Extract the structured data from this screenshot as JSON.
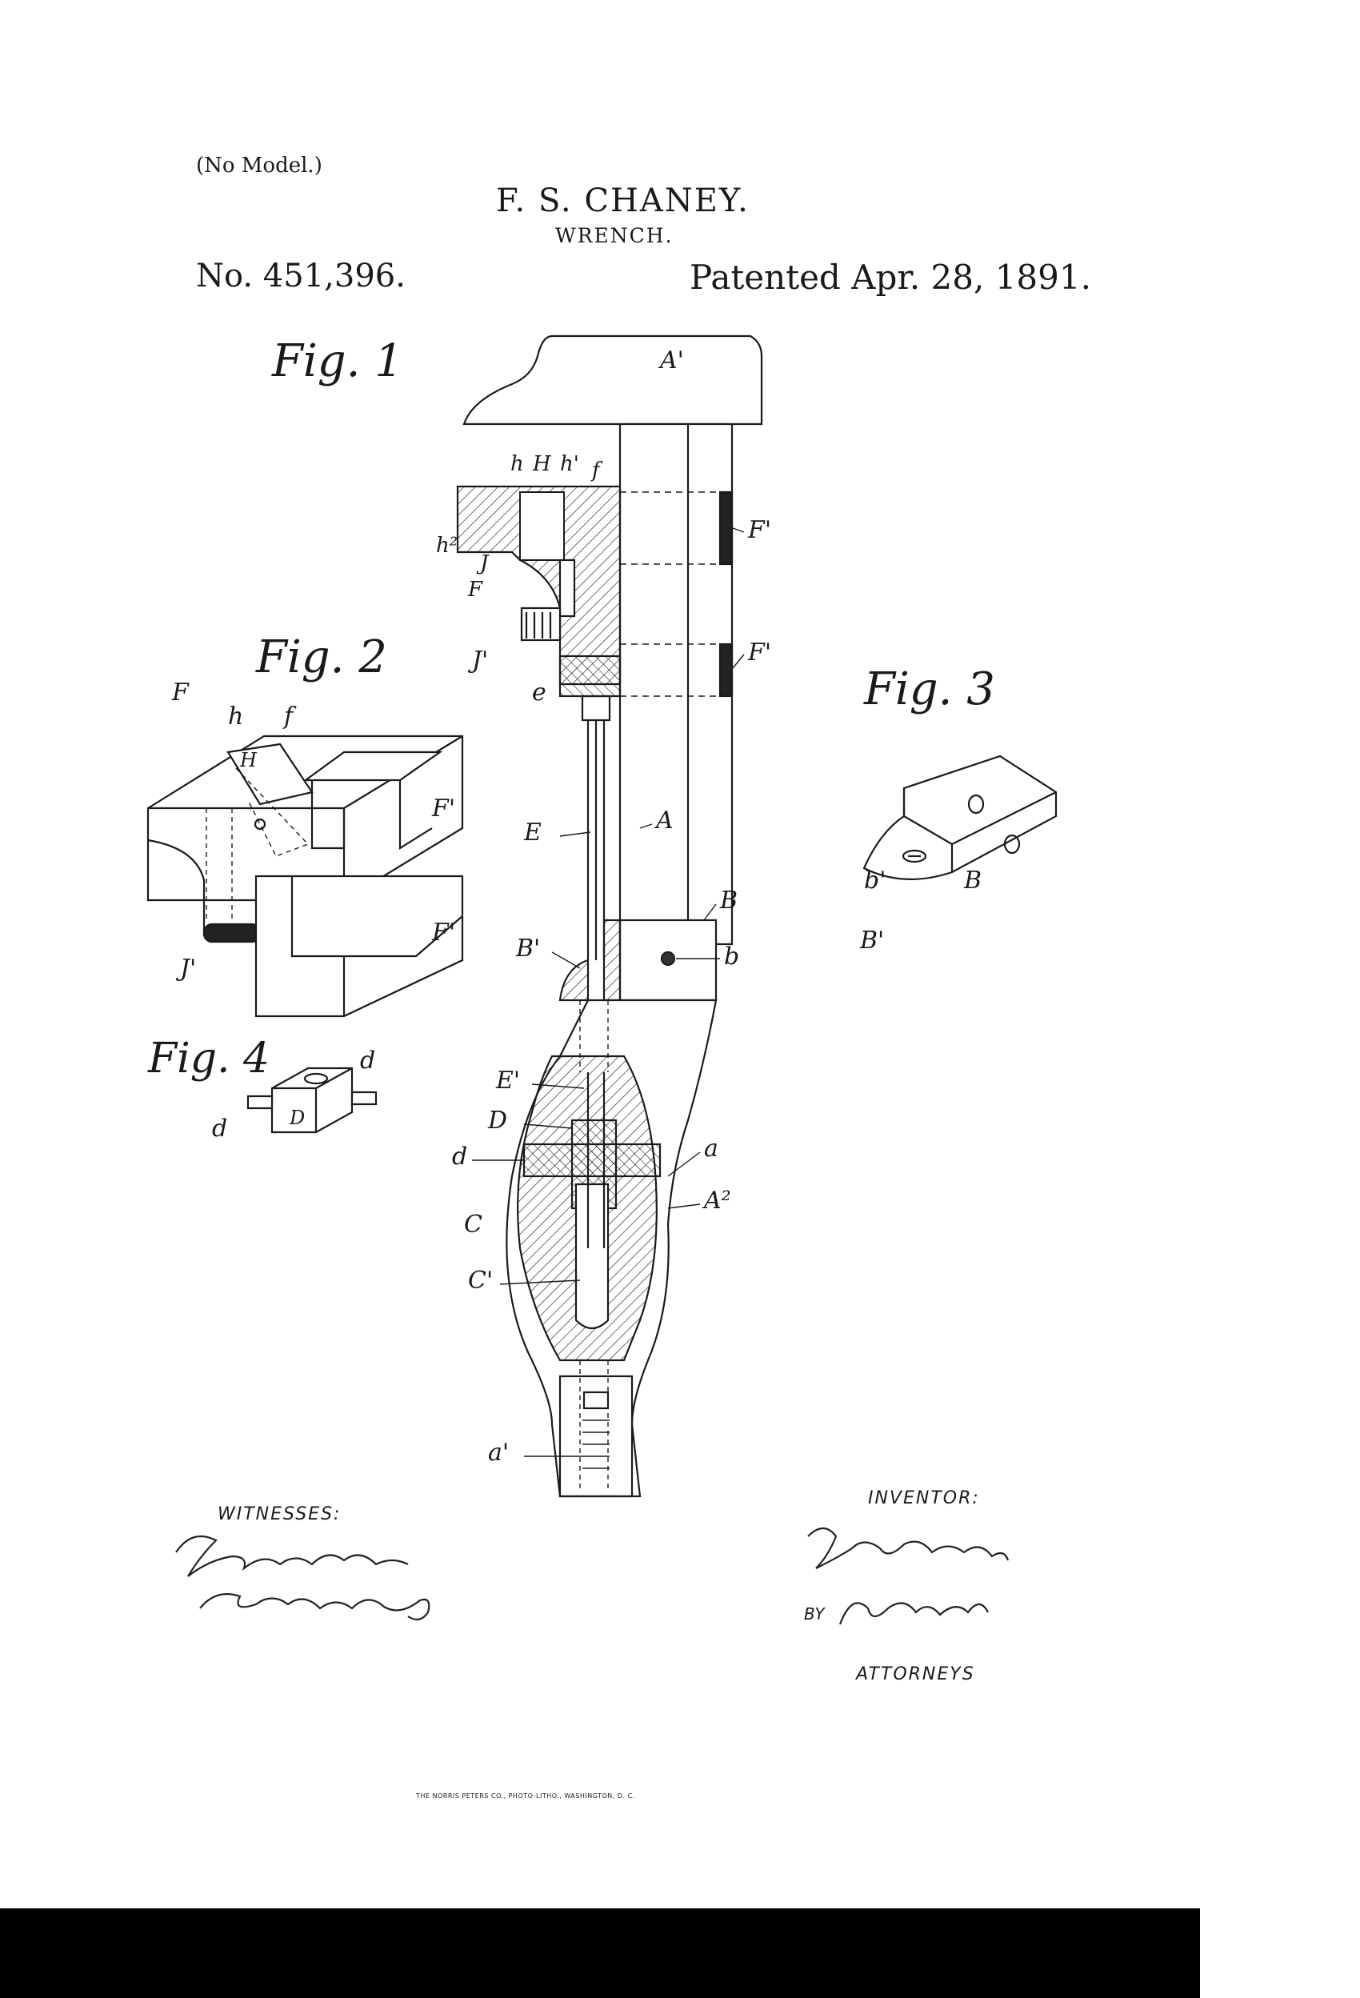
{
  "header": {
    "no_model": "(No Model.)",
    "inventor_name": "F. S. CHANEY.",
    "title": "WRENCH.",
    "patent_number": "No. 451,396.",
    "patent_date": "Patented Apr. 28, 1891."
  },
  "figures": {
    "fig1": "Fig. 1",
    "fig2": "Fig. 2",
    "fig3": "Fig. 3",
    "fig4": "Fig. 4"
  },
  "labels": {
    "A_prime": "A'",
    "h": "h",
    "H": "H",
    "h_prime": "h'",
    "f": "f",
    "h2": "h²",
    "J": "J",
    "F": "F",
    "F_prime": "F'",
    "J_prime": "J'",
    "e": "e",
    "E": "E",
    "A": "A",
    "B": "B",
    "B_prime": "B'",
    "b": "b",
    "b_prime": "b'",
    "E_prime": "E'",
    "D": "D",
    "d": "d",
    "a": "a",
    "A2": "A²",
    "C": "C",
    "C_prime": "C'",
    "a_prime": "a'"
  },
  "footer": {
    "witnesses_label": "WITNESSES:",
    "inventor_label": "INVENTOR:",
    "by_label": "BY",
    "attorneys_label": "ATTORNEYS",
    "printer": "THE NORRIS PETERS CO., PHOTO-LITHO., WASHINGTON, D. C."
  }
}
